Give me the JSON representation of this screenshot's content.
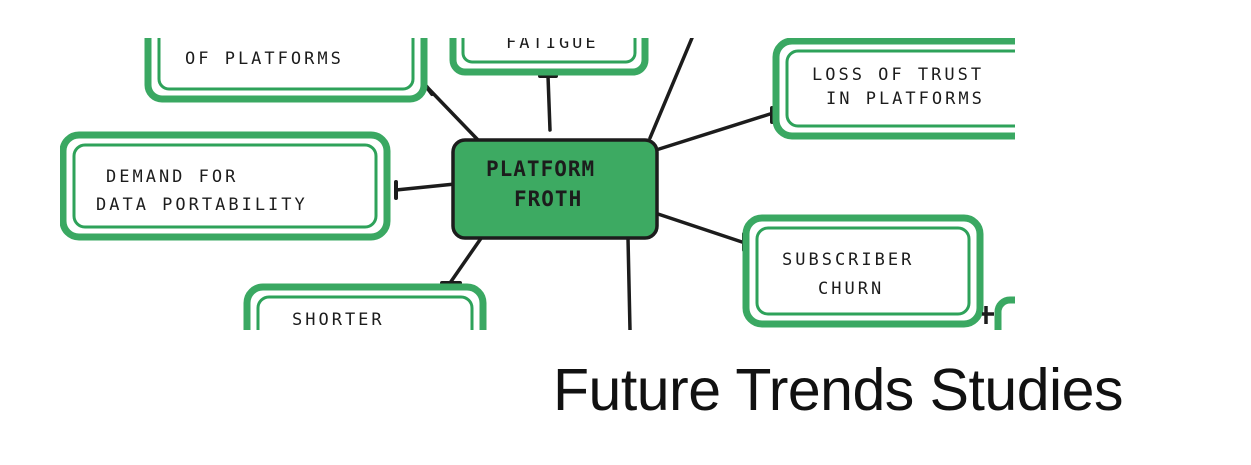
{
  "diagram": {
    "center": {
      "lines": [
        "PLATFORM",
        "FROTH"
      ]
    },
    "nodes": [
      {
        "id": "top-left",
        "lines": [
          "OF PLATFORMS"
        ]
      },
      {
        "id": "top-mid",
        "lines": [
          "FATIGUE"
        ]
      },
      {
        "id": "right-top",
        "lines": [
          "LOSS OF TRUST",
          "IN PLATFORMS"
        ]
      },
      {
        "id": "left",
        "lines": [
          "DEMAND FOR",
          "DATA PORTABILITY"
        ]
      },
      {
        "id": "right-bottom",
        "lines": [
          "SUBSCRIBER",
          "CHURN"
        ]
      },
      {
        "id": "bottom-left",
        "lines": [
          "SHORTER"
        ]
      }
    ]
  },
  "caption": "Future Trends Studies",
  "colors": {
    "green_border": "#2ea25a",
    "green_fill": "#3daa62",
    "ink": "#1c1c1c"
  }
}
